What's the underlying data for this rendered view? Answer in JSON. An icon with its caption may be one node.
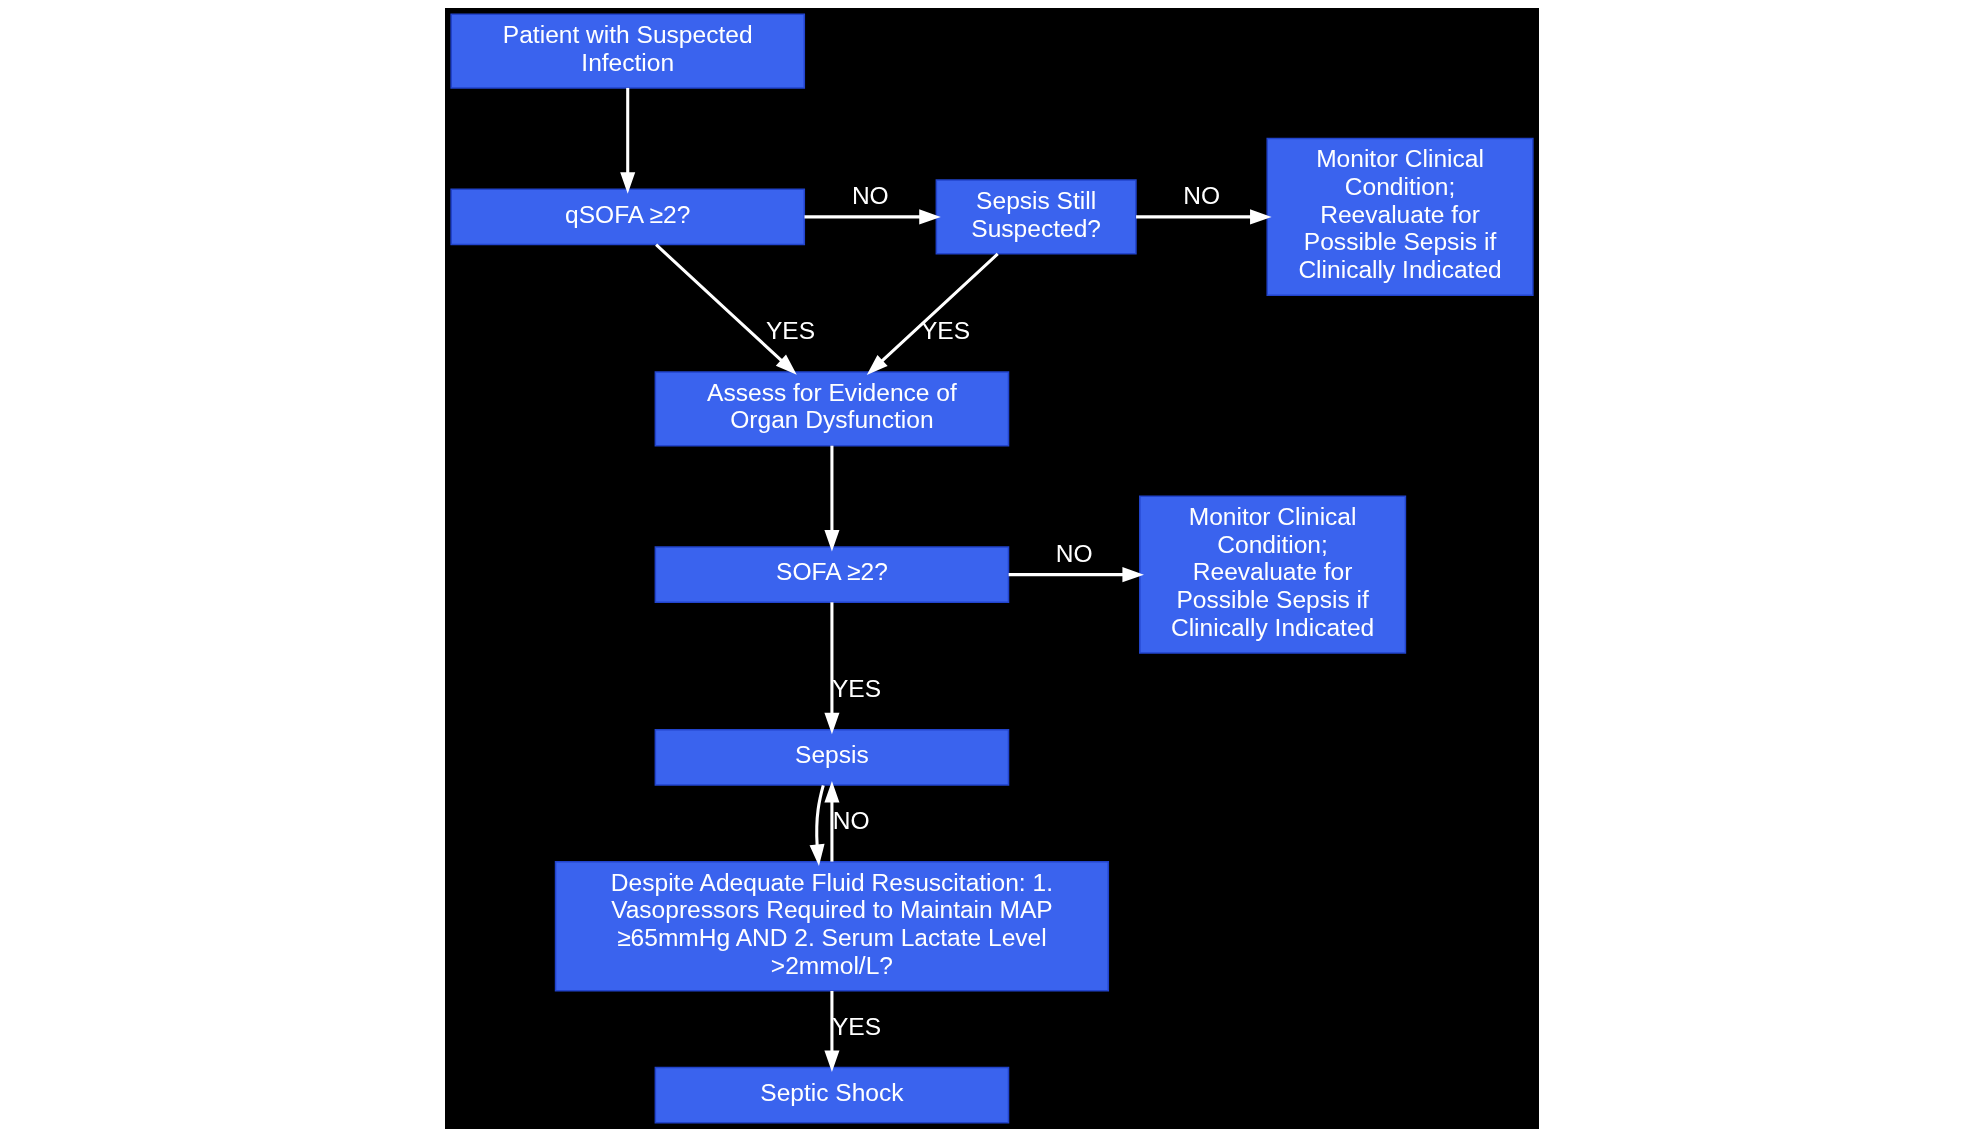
{
  "diagram": {
    "nodes": [
      {
        "text": [
          "Patient with Suspected Infection"
        ]
      },
      {
        "text": [
          "qSOFA ≥2?"
        ]
      },
      {
        "text": [
          "Sepsis Still Suspected?"
        ]
      },
      {
        "text": [
          "Monitor Clinical Condition; Reevaluate for Possible Sepsis if Clinically Indicated"
        ]
      },
      {
        "text": [
          "Assess for Evidence of Organ Dysfunction"
        ]
      },
      {
        "text": [
          "SOFA ≥2?"
        ]
      },
      {
        "text": [
          "Monitor Clinical Condition; Reevaluate for Possible Sepsis if Clinically Indicated"
        ]
      },
      {
        "text": [
          "Sepsis"
        ]
      },
      {
        "text": [
          "Despite Adequate Fluid Resuscitation: 1. Vasopressors Required to Maintain MAP ≥65mmHg AND 2. Serum Lactate Level >2mmol/L?"
        ]
      },
      {
        "text": [
          "Septic Shock"
        ]
      }
    ],
    "edges": [
      {
        "from": 0,
        "to": 1,
        "arrow": "to"
      },
      {
        "from": 1,
        "to": 2,
        "arrow": "to",
        "label": "NO"
      },
      {
        "from": 2,
        "to": 3,
        "arrow": "to",
        "label": "NO"
      },
      {
        "from": 1,
        "to": 4,
        "arrow": "to",
        "label": "YES"
      },
      {
        "from": 2,
        "to": 4,
        "arrow": "to",
        "label": "YES"
      },
      {
        "from": 4,
        "to": 5,
        "arrow": "to"
      },
      {
        "from": 5,
        "to": 6,
        "arrow": "to",
        "label": "NO"
      },
      {
        "from": 5,
        "to": 7,
        "arrow": "to",
        "label": "YES"
      },
      {
        "from": 7,
        "to": 8,
        "arrow": "to"
      },
      {
        "from": 8,
        "to": 7,
        "arrow": "to",
        "label": "NO"
      },
      {
        "from": 8,
        "to": 9,
        "arrow": "to",
        "label": "YES"
      }
    ]
  }
}
